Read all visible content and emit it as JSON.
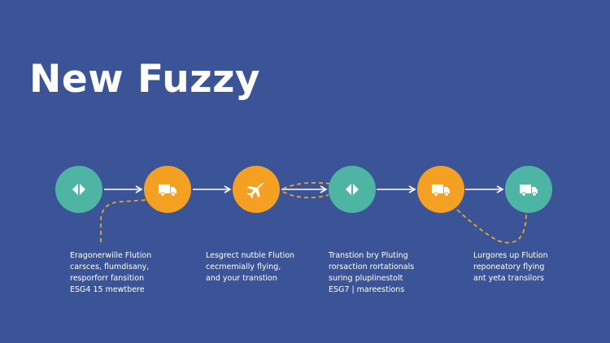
{
  "title": "New Fuzzy",
  "colors": {
    "background": "#3a5497",
    "teal": "#4eb5a4",
    "orange": "#f4a123",
    "arrow": "#ffffff",
    "dashed_connector": "#e8a23a"
  },
  "nodes": [
    {
      "color": "teal",
      "icon": "diamond-split-icon"
    },
    {
      "color": "orange",
      "icon": "truck-icon"
    },
    {
      "color": "orange",
      "icon": "airplane-icon"
    },
    {
      "color": "teal",
      "icon": "diamond-split-icon"
    },
    {
      "color": "orange",
      "icon": "truck-icon"
    },
    {
      "color": "teal",
      "icon": "truck-icon"
    }
  ],
  "captions": [
    {
      "lines": [
        "Eragonerwille Flution",
        "carsces, flumdisany,",
        "resporforr fansition",
        "ESG4 15 mewtbere"
      ]
    },
    {
      "lines": [
        "Lesgrect nutble Flution",
        "cecmemially flying,",
        "and your transtion"
      ]
    },
    {
      "lines": [
        "Transtion bry Pluting",
        "rorsaction rortationals",
        "suring pluplinestolt",
        "ESG7 | mareestions"
      ]
    },
    {
      "lines": [
        "Lurgores up Flution",
        "reponeatory flying",
        "ant yeta transilors"
      ]
    }
  ]
}
